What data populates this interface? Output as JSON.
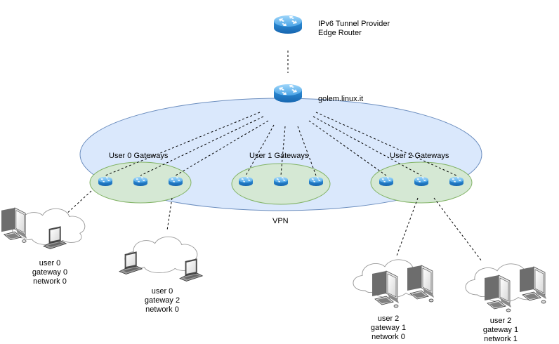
{
  "top_router": {
    "line1": "IPv6 Tunnel Provider",
    "line2": "Edge Router"
  },
  "vpn_router": {
    "label": "golem.linux.it"
  },
  "vpn": {
    "label": "VPN"
  },
  "groups": [
    {
      "label": "User 0 Gateways"
    },
    {
      "label": "User 1 Gateways"
    },
    {
      "label": "User 2 Gateways"
    }
  ],
  "networks": [
    {
      "user": "user 0",
      "gateway": "gateway 0",
      "network": "network 0"
    },
    {
      "user": "user 0",
      "gateway": "gateway 2",
      "network": "network 0"
    },
    {
      "user": "user 2",
      "gateway": "gateway 1",
      "network": "network 0"
    },
    {
      "user": "user 2",
      "gateway": "gateway 1",
      "network": "network 1"
    }
  ],
  "colors": {
    "vpn_fill": "#dae8fc",
    "vpn_stroke": "#6c8ebf",
    "group_fill": "#d5e8d4",
    "group_stroke": "#82b366",
    "router_body": "#2d8fd5",
    "router_top": "#7cc4f4",
    "cloud_stroke": "#999999"
  },
  "icons": [
    "router-icon",
    "cloud-icon",
    "desktop-icon",
    "laptop-icon",
    "server-tower-icon"
  ]
}
